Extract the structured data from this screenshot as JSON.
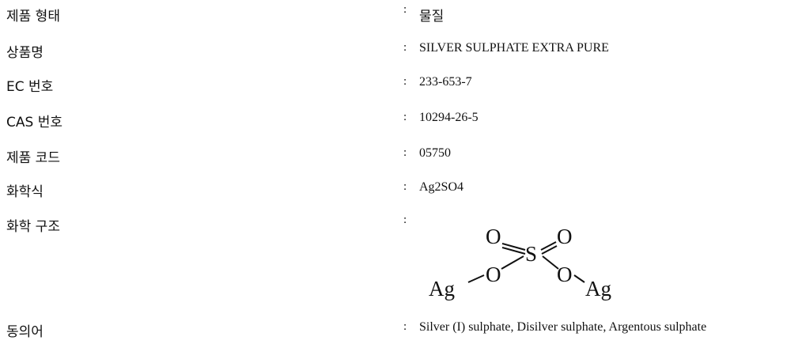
{
  "fields": [
    {
      "label": "제품 형태",
      "value": "물질"
    },
    {
      "label": "상품명",
      "value": "SILVER SULPHATE EXTRA PURE"
    },
    {
      "label": "EC 번호",
      "value": "233-653-7"
    },
    {
      "label": "CAS 번호",
      "value": "10294-26-5"
    },
    {
      "label": "제품 코드",
      "value": "05750"
    },
    {
      "label": "화학식",
      "value": "Ag2SO4"
    },
    {
      "label": "화학 구조",
      "value": ""
    },
    {
      "label": "동의어",
      "value": "Silver (I) sulphate, Disilver sulphate, Argentous sulphate"
    }
  ],
  "separator": ":",
  "structure": {
    "atoms": {
      "o_top_left": "O",
      "s_center": "S",
      "o_top_right": "O",
      "o_left": "O",
      "o_right": "O",
      "ag_left": "Ag",
      "ag_right": "Ag"
    }
  }
}
